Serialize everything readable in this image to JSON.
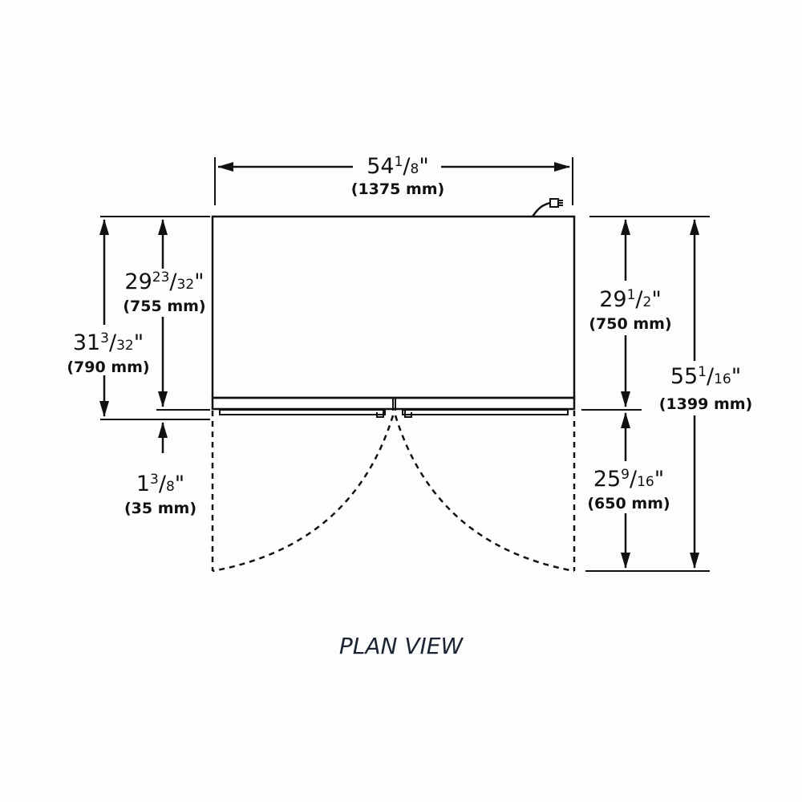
{
  "colors": {
    "cabinet_fill": "#e6e6e6",
    "line": "#111111",
    "title": "#1c2433"
  },
  "title": "PLAN VIEW",
  "dimensions": {
    "width": {
      "whole": "54",
      "num": "1",
      "den": "8",
      "unit": "\"",
      "mm": "(1375 mm)"
    },
    "depth_body": {
      "whole": "29",
      "num": "23",
      "den": "32",
      "unit": "\"",
      "mm": "(755 mm)"
    },
    "depth_total_left": {
      "whole": "31",
      "num": "3",
      "den": "32",
      "unit": "\"",
      "mm": "(790 mm)"
    },
    "door_offset": {
      "whole": "1",
      "num": "3",
      "den": "8",
      "unit": "\"",
      "mm": "(35 mm)"
    },
    "depth_right": {
      "whole": "29",
      "num": "1",
      "den": "2",
      "unit": "\"",
      "mm": "(750 mm)"
    },
    "door_swing": {
      "whole": "25",
      "num": "9",
      "den": "16",
      "unit": "\"",
      "mm": "(650 mm)"
    },
    "overall_depth": {
      "whole": "55",
      "num": "1",
      "den": "16",
      "unit": "\"",
      "mm": "(1399 mm)"
    }
  }
}
